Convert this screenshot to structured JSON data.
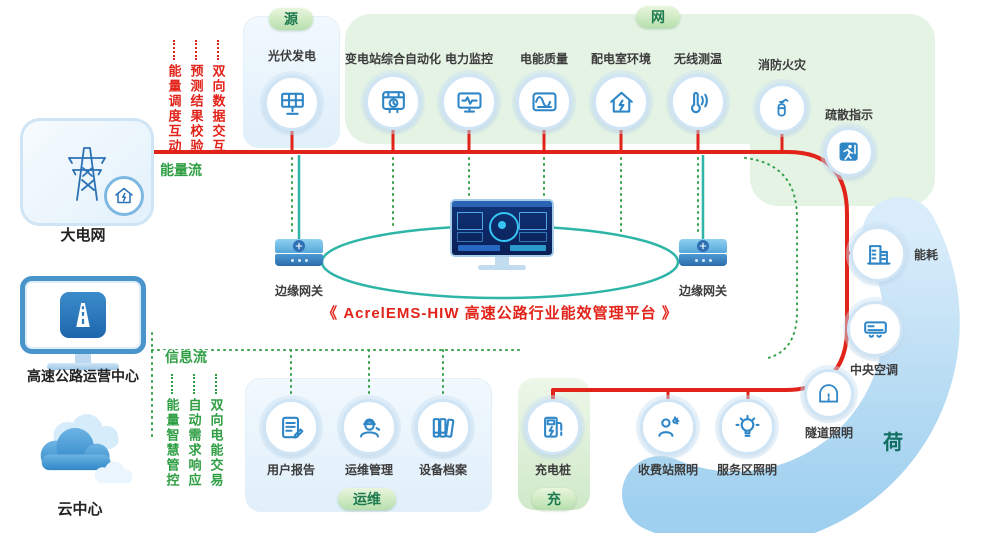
{
  "title": {
    "platform": "《 AcrelEMS-HIW 高速公路行业能效管理平台 》"
  },
  "sections": {
    "source": {
      "badge": "源",
      "items": [
        {
          "label": "光伏发电",
          "icon": "solar-panel-icon"
        }
      ]
    },
    "grid": {
      "badge": "网",
      "items": [
        {
          "label": "变电站综合自动化",
          "icon": "substation-automation-icon"
        },
        {
          "label": "电力监控",
          "icon": "power-monitoring-icon"
        },
        {
          "label": "电能质量",
          "icon": "power-quality-icon"
        },
        {
          "label": "配电室环境",
          "icon": "distribution-room-icon"
        },
        {
          "label": "无线测温",
          "icon": "wireless-temperature-icon"
        },
        {
          "label": "消防火灾",
          "icon": "fire-safety-icon"
        },
        {
          "label": "疏散指示",
          "icon": "evacuation-sign-icon"
        }
      ]
    },
    "load": {
      "badge": "荷",
      "items": [
        {
          "label": "能耗",
          "icon": "energy-consumption-icon"
        },
        {
          "label": "中央空调",
          "icon": "hvac-icon"
        },
        {
          "label": "隧道照明",
          "icon": "tunnel-lighting-icon"
        },
        {
          "label": "收费站照明",
          "icon": "toll-station-lighting-icon"
        },
        {
          "label": "服务区照明",
          "icon": "service-area-lighting-icon"
        }
      ]
    },
    "charge": {
      "badge": "充",
      "items": [
        {
          "label": "充电桩",
          "icon": "ev-charger-icon"
        }
      ]
    },
    "om": {
      "badge": "运维",
      "items": [
        {
          "label": "用户报告",
          "icon": "user-report-icon"
        },
        {
          "label": "运维管理",
          "icon": "om-management-icon"
        },
        {
          "label": "设备档案",
          "icon": "device-archive-icon"
        }
      ]
    }
  },
  "left_nodes": {
    "power_grid": "大电网",
    "operation_center": "高速公路运营中心",
    "cloud_center": "云中心"
  },
  "gateways": {
    "left": "边缘网关",
    "right": "边缘网关"
  },
  "flows": {
    "energy_label": "能量流",
    "info_label": "信息流",
    "energy_annotations": [
      "能量调度互动",
      "预测结果校验",
      "双向数据交互"
    ],
    "info_annotations": [
      "能量智慧管控",
      "自动需求响应",
      "双向电能交易"
    ]
  },
  "colors": {
    "energy_flow": "#e2231a",
    "info_flow": "#35a04a",
    "accent_blue": "#2f86c7",
    "teal": "#2fb5a8",
    "section_green": "#1c7a4e"
  }
}
